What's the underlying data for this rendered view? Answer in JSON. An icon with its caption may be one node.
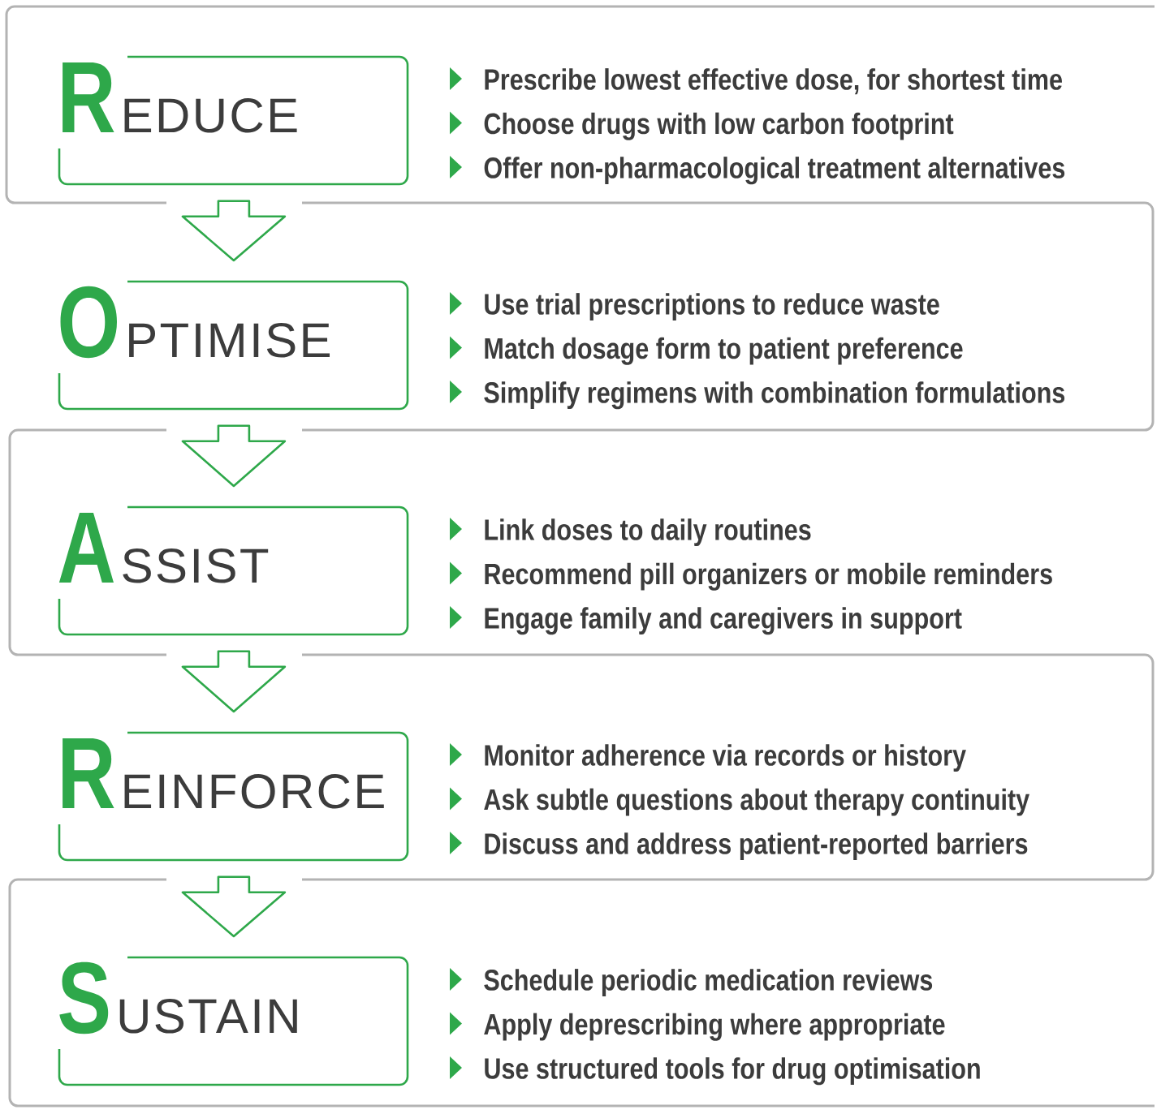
{
  "diagram": {
    "nodes": [
      {
        "text": [
          "Prescribe lowest effective dose, for shortest time",
          "Choose drugs with low carbon footprint",
          "Offer non-pharmacological treatment alternatives"
        ]
      },
      {
        "text": [
          "REDUCE"
        ],
        "in": 0
      },
      {
        "text": [
          "Use trial prescriptions to reduce waste",
          "Match dosage form to patient preference",
          "Simplify regimens with combination formulations"
        ]
      },
      {
        "text": [
          "OPTIMISE"
        ],
        "in": 2
      },
      {
        "text": [
          "Link doses to daily routines",
          "Recommend pill organizers or mobile reminders",
          "Engage family and caregivers in support"
        ]
      },
      {
        "text": [
          "ASSIST"
        ],
        "in": 4
      },
      {
        "text": [
          "Monitor adherence via records or history",
          "Ask subtle questions about therapy continuity",
          "Discuss and address patient-reported barriers"
        ]
      },
      {
        "text": [
          "REINFORCE"
        ],
        "in": 6
      },
      {
        "text": [
          "Schedule periodic medication reviews",
          "Apply deprescribing where appropriate",
          "Use structured tools for drug optimisation"
        ]
      },
      {
        "text": [
          "SUSTAIN"
        ],
        "in": 8
      }
    ],
    "edges": [
      {
        "from": 1,
        "to": 3,
        "arrow": "to"
      },
      {
        "from": 3,
        "to": 5,
        "arrow": "to"
      },
      {
        "from": 5,
        "to": 7,
        "arrow": "to"
      },
      {
        "from": 7,
        "to": 9,
        "arrow": "to"
      }
    ]
  }
}
